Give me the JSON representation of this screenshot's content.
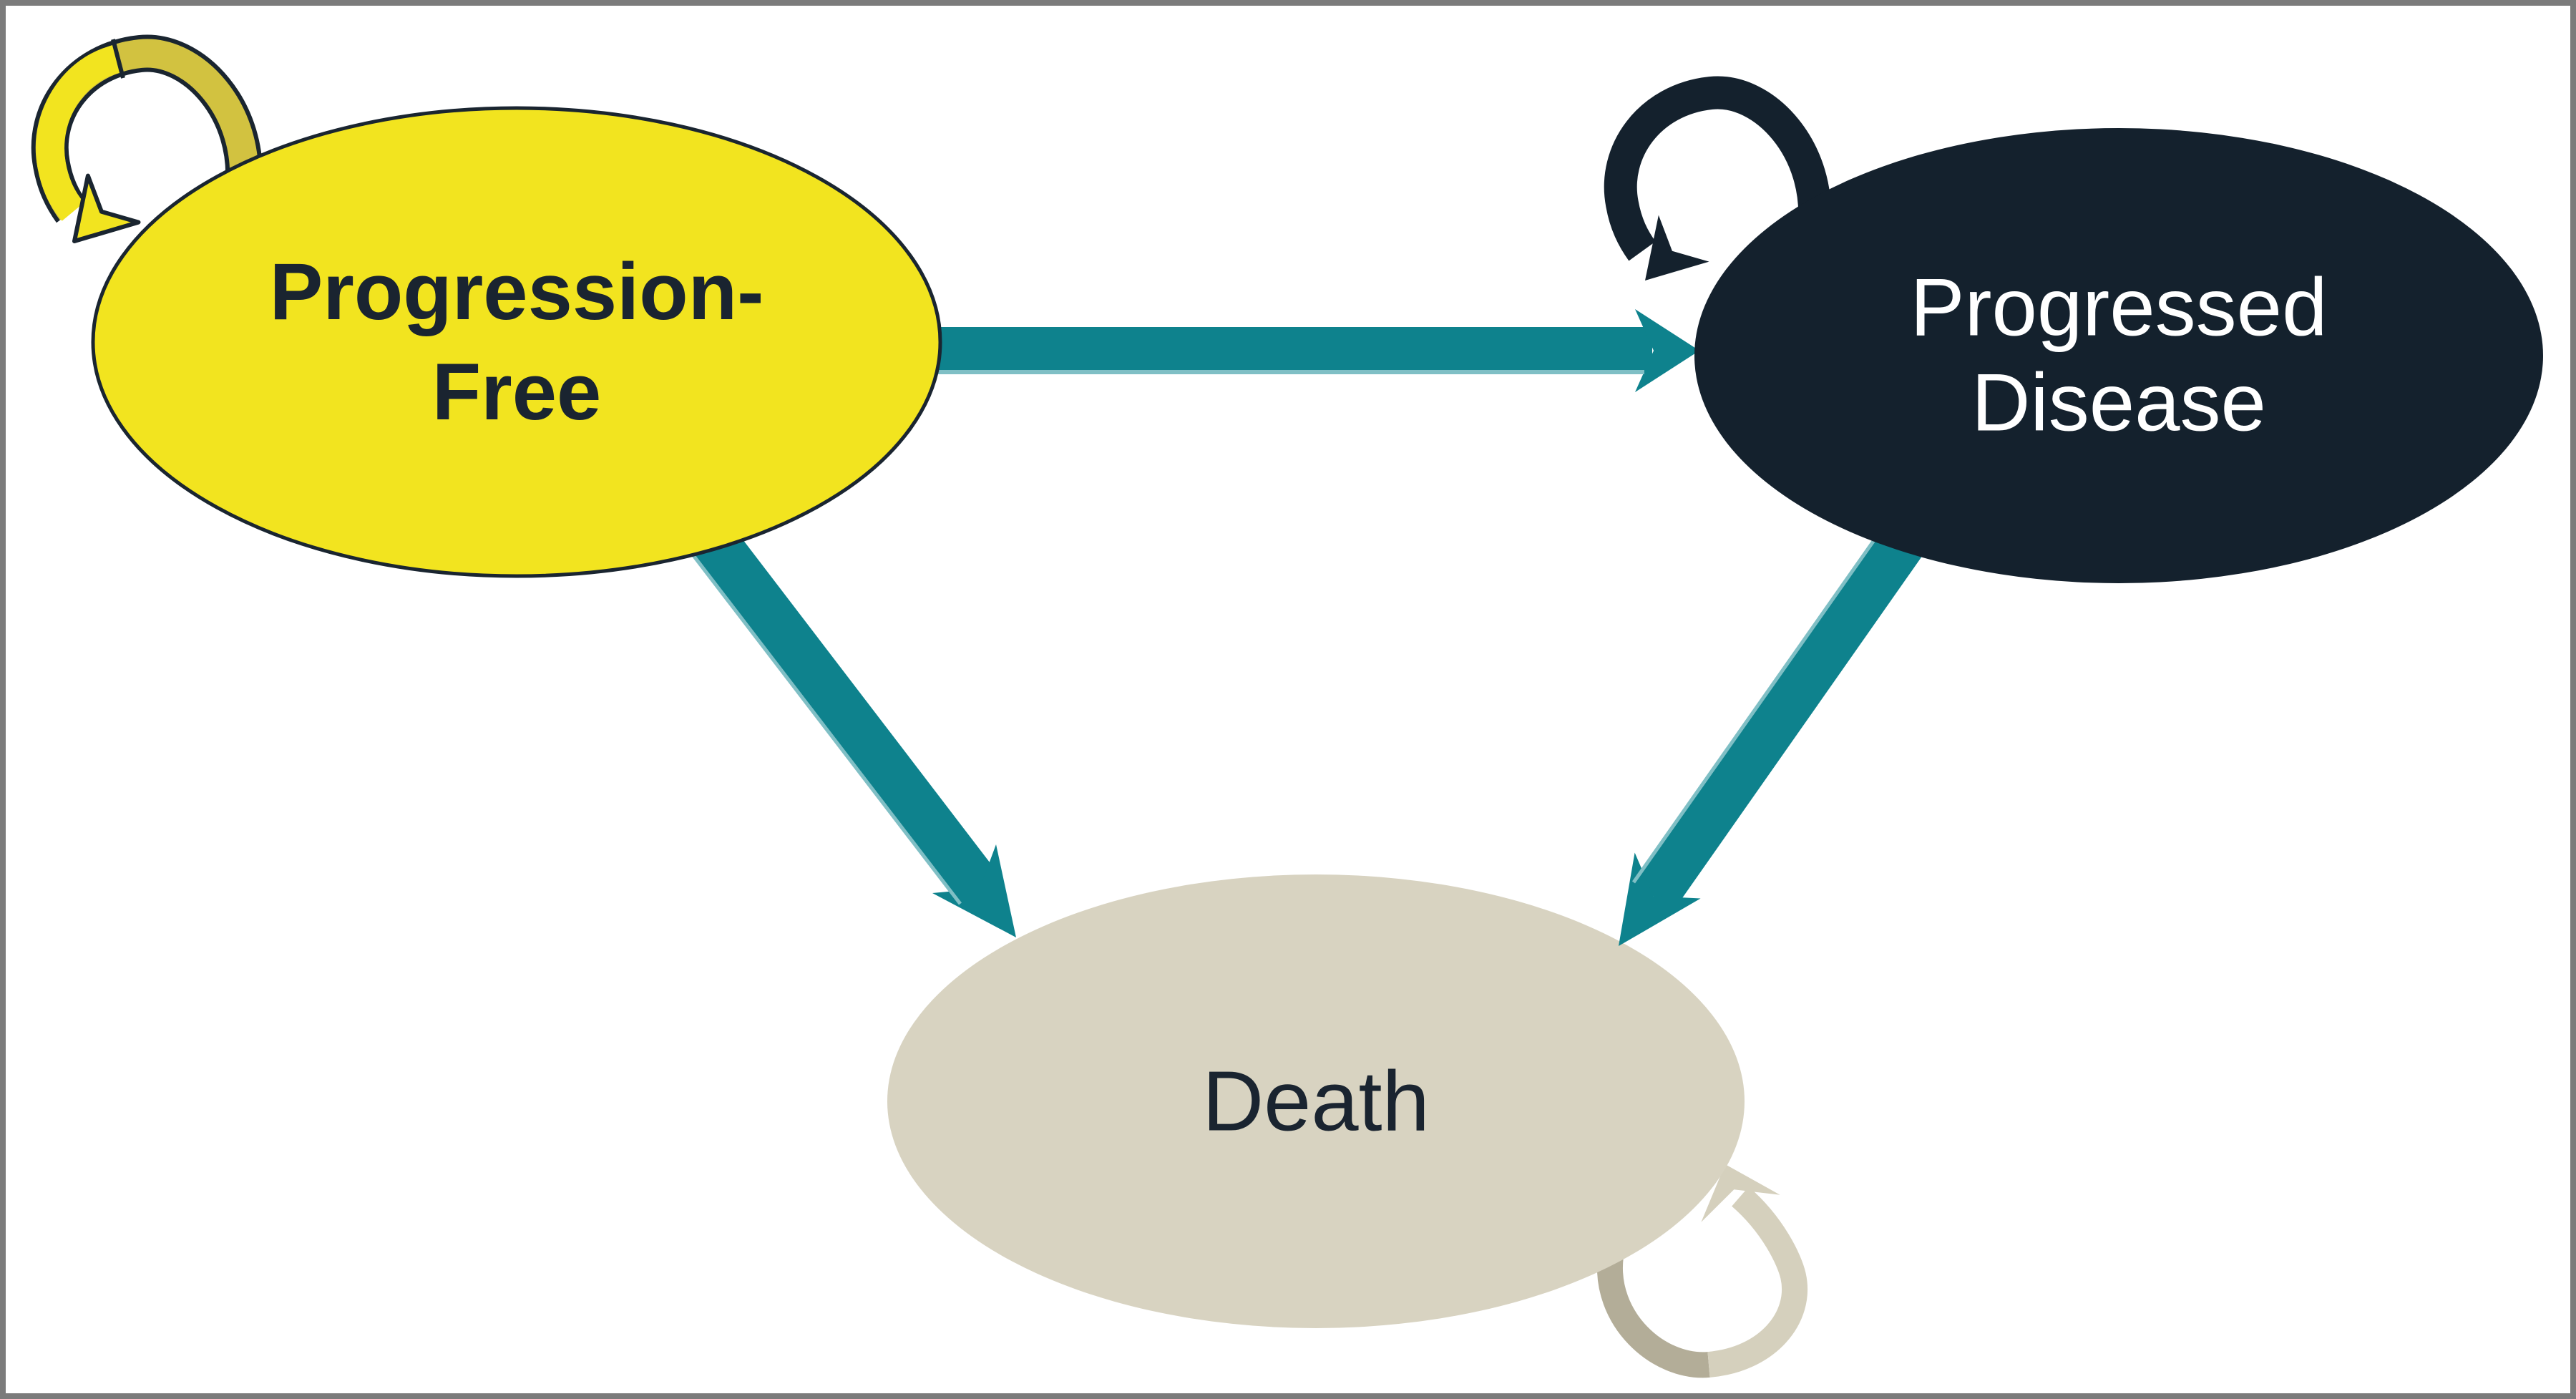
{
  "figure": {
    "type": "markov-state-transition-diagram",
    "background": "#FFFFFF",
    "border_color": "#7B7B7B",
    "states": {
      "progression_free": {
        "line1": "Progression-",
        "line2": "Free",
        "fill": "#F2E41F",
        "outline": "#1A2530",
        "text_color": "#1A2430",
        "self_loop_main": "#F2E41F",
        "self_loop_shade": "#D2C240",
        "self_loop_outline": "#1A2530"
      },
      "progressed_disease": {
        "line1": "Progressed",
        "line2": "Disease",
        "fill": "#14212D",
        "text_color": "#FFFFFF",
        "self_loop_main": "#14212D"
      },
      "death": {
        "line1": "Death",
        "fill": "#D8D3C1",
        "text_color": "#1A2430",
        "self_loop_main": "#D5D0BD",
        "self_loop_shade": "#B3AD98"
      }
    },
    "arrows": {
      "color": "#0E828D",
      "highlight": "#7FBFC5",
      "transitions": [
        {
          "from": "Progression-Free",
          "to": "Progressed Disease",
          "type": "transition"
        },
        {
          "from": "Progression-Free",
          "to": "Death",
          "type": "transition"
        },
        {
          "from": "Progressed Disease",
          "to": "Death",
          "type": "transition"
        },
        {
          "from": "Progression-Free",
          "to": "Progression-Free",
          "type": "self-loop"
        },
        {
          "from": "Progressed Disease",
          "to": "Progressed Disease",
          "type": "self-loop"
        },
        {
          "from": "Death",
          "to": "Death",
          "type": "self-loop"
        }
      ]
    }
  }
}
